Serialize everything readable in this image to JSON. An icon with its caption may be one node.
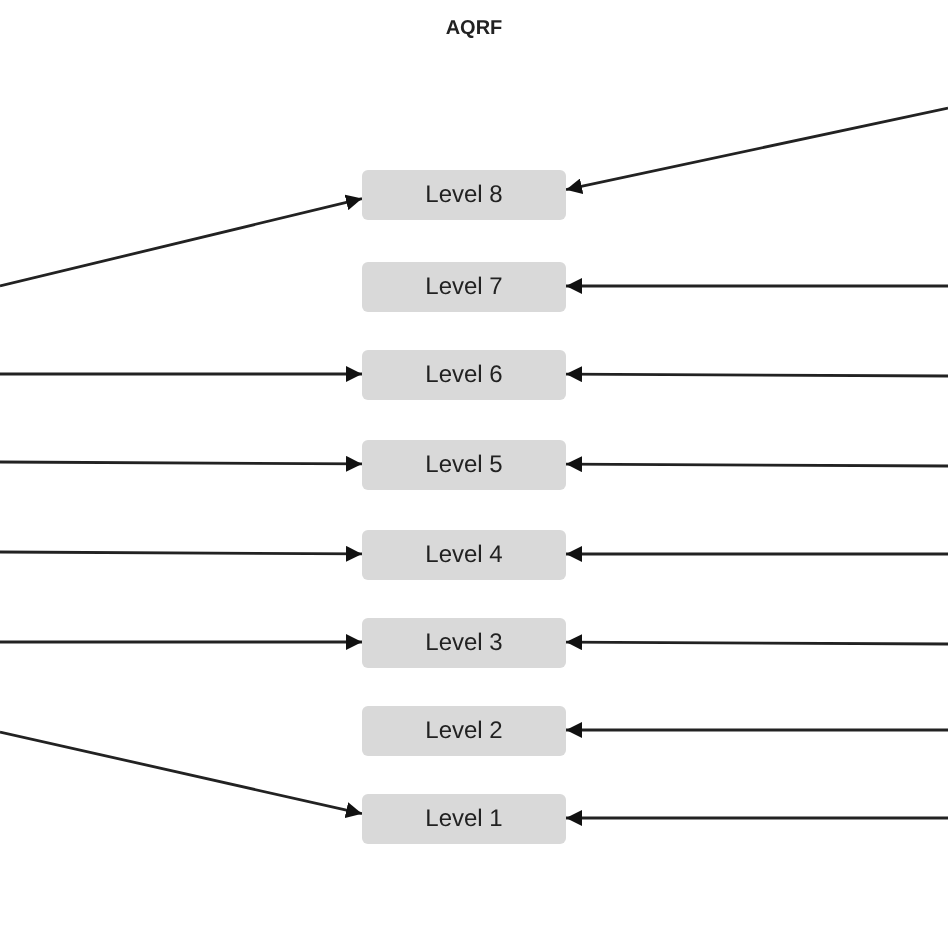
{
  "diagram": {
    "title": "AQRF",
    "nodes": [
      {
        "text": [
          "Level 8"
        ]
      },
      {
        "text": [
          "Level 7"
        ]
      },
      {
        "text": [
          "Level 6"
        ]
      },
      {
        "text": [
          "Level 5"
        ]
      },
      {
        "text": [
          "Level 4"
        ]
      },
      {
        "text": [
          "Level 3"
        ]
      },
      {
        "text": [
          "Level 2"
        ]
      },
      {
        "text": [
          "Level 1"
        ]
      }
    ],
    "edges": [
      {
        "from": null,
        "to": 0,
        "arrow": "to"
      },
      {
        "from": null,
        "to": 2,
        "arrow": "to"
      },
      {
        "from": null,
        "to": 3,
        "arrow": "to"
      },
      {
        "from": null,
        "to": 4,
        "arrow": "to"
      },
      {
        "from": null,
        "to": 5,
        "arrow": "to"
      },
      {
        "from": null,
        "to": 7,
        "arrow": "to"
      },
      {
        "from": null,
        "to": 0,
        "arrow": "to"
      },
      {
        "from": null,
        "to": 1,
        "arrow": "to"
      },
      {
        "from": null,
        "to": 2,
        "arrow": "to"
      },
      {
        "from": null,
        "to": 3,
        "arrow": "to"
      },
      {
        "from": null,
        "to": 4,
        "arrow": "to"
      },
      {
        "from": null,
        "to": 5,
        "arrow": "to"
      },
      {
        "from": null,
        "to": 6,
        "arrow": "to"
      },
      {
        "from": null,
        "to": 7,
        "arrow": "to"
      }
    ]
  }
}
